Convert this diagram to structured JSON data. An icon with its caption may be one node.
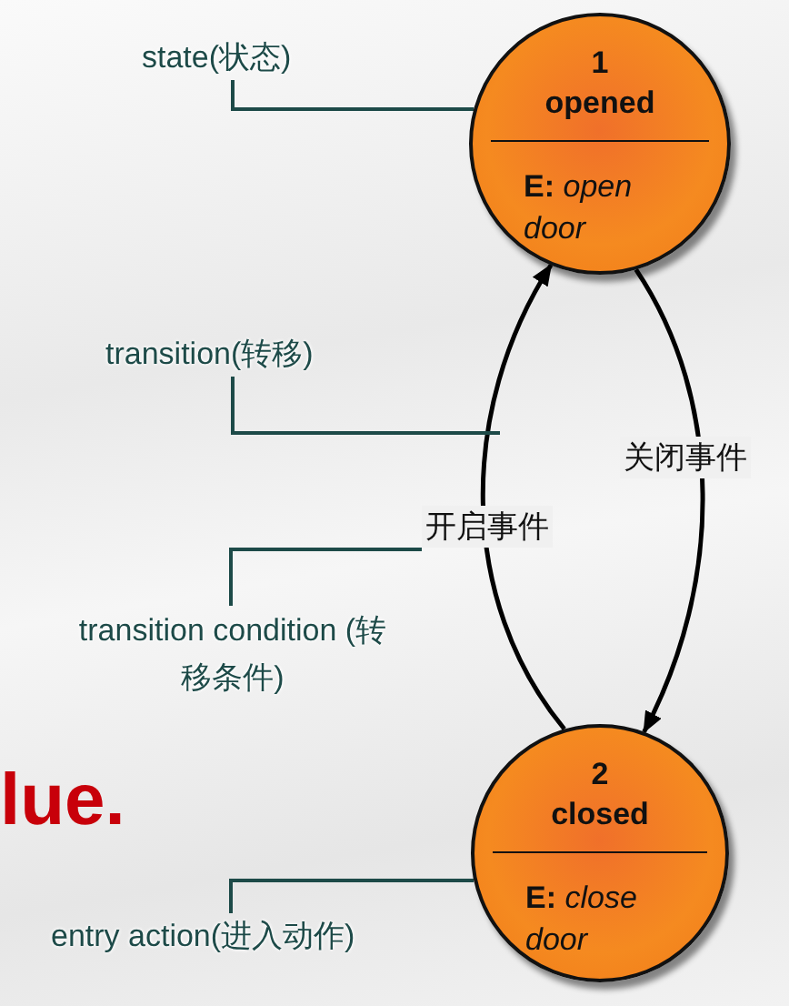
{
  "diagram": {
    "nodes": [
      {
        "text": [
          "1",
          "opened",
          "**E:** *open door*"
        ]
      },
      {
        "text": [
          "2",
          "closed",
          "**E:** *close door*"
        ]
      },
      {
        "text": [
          "state(状态)"
        ]
      },
      {
        "text": [
          "transition(转移)"
        ]
      },
      {
        "text": [
          "transition condition (转移条件)"
        ]
      },
      {
        "text": [
          "entry action(进入动作)"
        ]
      }
    ],
    "edges": [
      {
        "from": 1,
        "to": 0,
        "arrow": "to",
        "label": "开启事件"
      },
      {
        "from": 0,
        "to": 1,
        "arrow": "to",
        "label": "关闭事件"
      },
      {
        "from": 2,
        "to": 0,
        "arrow": "none"
      },
      {
        "from": 3,
        "to": null,
        "arrow": "none"
      },
      {
        "from": 4,
        "to": null,
        "arrow": "none"
      },
      {
        "from": 5,
        "to": 1,
        "arrow": "none"
      }
    ],
    "labels": [
      "lue."
    ]
  }
}
